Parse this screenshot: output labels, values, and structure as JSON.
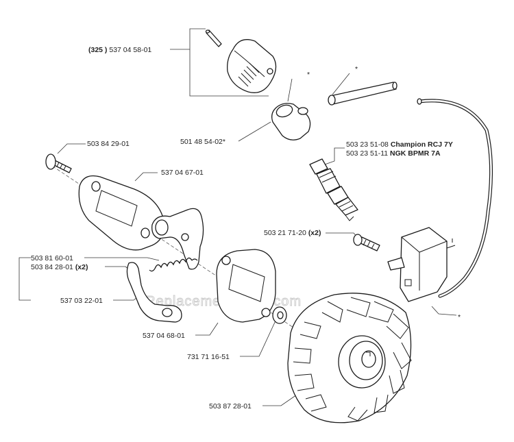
{
  "watermark": "eReplacementParts.com",
  "labels": {
    "l1_prefix": "(325 )",
    "l1_num": " 537 04 58-01",
    "l2": "501 48 54-02*",
    "l3": "503 84 29-01",
    "l4a_num": "503 23 51-08 ",
    "l4a_name": "Champion RCJ 7Y",
    "l4b_num": "503 23 51-11 ",
    "l4b_name": "NGK BPMR 7A",
    "l5": "537 04 67-01",
    "l6_num": "503 21 71-20 ",
    "l6_qty": "(x2)",
    "l7": "503 81 60-01",
    "l8_num": "503 84 28-01 ",
    "l8_qty": "(x2)",
    "l9": "537 03 22-01",
    "l10": "537 04 68-01",
    "l11": "731 71 16-51",
    "l12": "503 87 28-01",
    "star": "*"
  }
}
